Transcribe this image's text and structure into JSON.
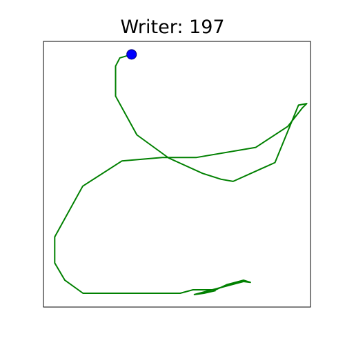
{
  "chart_data": {
    "type": "line",
    "title": "Writer: 197",
    "xlabel": "",
    "ylabel": "",
    "xlim": [
      0,
      1
    ],
    "ylim": [
      0,
      1
    ],
    "grid": false,
    "axes_ticks": false,
    "series": [
      {
        "color": "#008000",
        "x": [
          0.33,
          0.286,
          0.27,
          0.27,
          0.35,
          0.469,
          0.596,
          0.665,
          0.71,
          0.867,
          0.955,
          0.986,
          0.969,
          0.915,
          0.795,
          0.573,
          0.445,
          0.294,
          0.147,
          0.042,
          0.042,
          0.08,
          0.148,
          0.512,
          0.56,
          0.645,
          0.688,
          0.749,
          0.775,
          0.749,
          0.565,
          0.601,
          0.645
        ],
        "y": [
          0.951,
          0.938,
          0.907,
          0.794,
          0.648,
          0.561,
          0.503,
          0.481,
          0.473,
          0.544,
          0.76,
          0.766,
          0.749,
          0.68,
          0.601,
          0.563,
          0.563,
          0.55,
          0.455,
          0.264,
          0.166,
          0.101,
          0.052,
          0.052,
          0.065,
          0.065,
          0.085,
          0.101,
          0.093,
          0.096,
          0.047,
          0.052,
          0.062
        ]
      }
    ],
    "start_marker": {
      "x": 0.33,
      "y": 0.951,
      "color": "#0000ff"
    }
  }
}
